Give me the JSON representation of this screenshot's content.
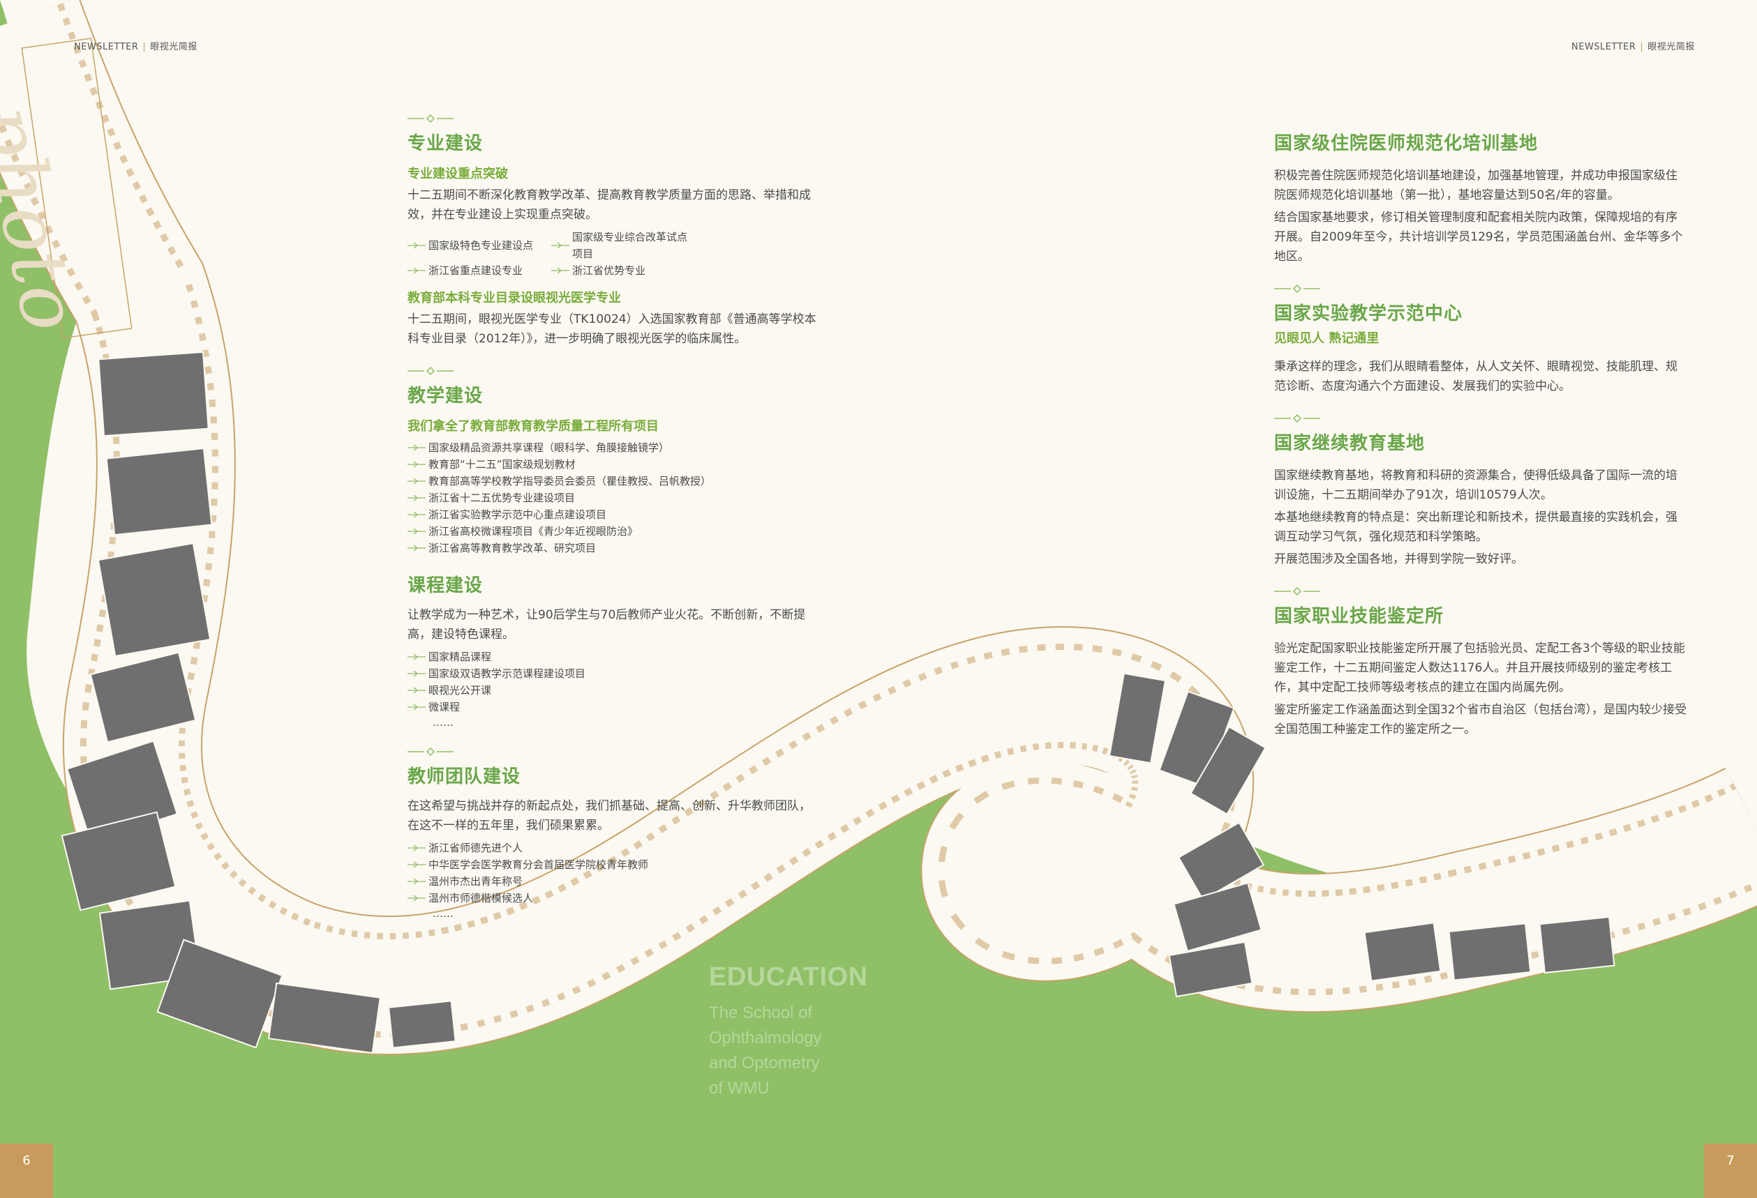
{
  "header": {
    "left": {
      "newsletter": "NEWSLETTER",
      "sep": "|",
      "title": "眼视光简报"
    },
    "right": {
      "newsletter": "NEWSLETTER",
      "sep": "|",
      "title": "眼视光简报"
    }
  },
  "page_numbers": {
    "left": "6",
    "right": "7"
  },
  "decor": {
    "photo_word": "photo",
    "accent_green": "#8fbf66",
    "accent_gold": "#c89b5c",
    "title_green": "#6aa64a"
  },
  "edu_block": {
    "title": "EDUCATION",
    "lines": [
      "The School of",
      "Ophthalmology",
      "and Optometry",
      "of WMU"
    ]
  },
  "left_column": {
    "s1": {
      "title": "专业建设",
      "sub1": "专业建设重点突破",
      "para1": "十二五期间不断深化教育教学改革、提高教育教学质量方面的思路、举措和成效，并在专业建设上实现重点突破。",
      "items": [
        "国家级特色专业建设点",
        "国家级专业综合改革试点项目",
        "浙江省重点建设专业",
        "浙江省优势专业"
      ],
      "sub2": "教育部本科专业目录设眼视光医学专业",
      "para2": "十二五期间，眼视光医学专业（TK10024）入选国家教育部《普通高等学校本科专业目录（2012年）》，进一步明确了眼视光医学的临床属性。"
    },
    "s2": {
      "title": "教学建设",
      "sub": "我们拿全了教育部教育教学质量工程所有项目",
      "items": [
        "国家级精品资源共享课程（眼科学、角膜接触镜学）",
        "教育部“十二五”国家级规划教材",
        "教育部高等学校教学指导委员会委员（瞿佳教授、吕帆教授）",
        "浙江省十二五优势专业建设项目",
        "浙江省实验教学示范中心重点建设项目",
        "浙江省高校微课程项目《青少年近视眼防治》",
        "浙江省高等教育教学改革、研究项目"
      ]
    },
    "s3": {
      "title": "课程建设",
      "para": "让教学成为一种艺术，让90后学生与70后教师产业火花。不断创新，不断提高，建设特色课程。",
      "items": [
        "国家精品课程",
        "国家级双语教学示范课程建设项目",
        "眼视光公开课",
        "微课程"
      ],
      "more": "……"
    },
    "s4": {
      "title": "教师团队建设",
      "para": "在这希望与挑战并存的新起点处，我们抓基础、提高、创新、升华教师团队，在这不一样的五年里，我们硕果累累。",
      "items": [
        "浙江省师德先进个人",
        "中华医学会医学教育分会首届医学院校青年教师",
        "温州市杰出青年称号",
        "温州市师德楷模候选人"
      ],
      "more": "……"
    }
  },
  "right_column": {
    "r1": {
      "title": "国家级住院医师规范化培训基地",
      "paras": [
        "积极完善住院医师规范化培训基地建设，加强基地管理，并成功申报国家级住院医师规范化培训基地（第一批），基地容量达到50名/年的容量。",
        "结合国家基地要求，修订相关管理制度和配套相关院内政策，保障规培的有序开展。自2009年至今，共计培训学员129名，学员范围涵盖台州、金华等多个地区。"
      ]
    },
    "r2": {
      "title": "国家实验教学示范中心",
      "sub": "见眼见人  熟记通里",
      "paras": [
        "秉承这样的理念，我们从眼睛看整体，从人文关怀、眼睛视觉、技能肌理、规范诊断、态度沟通六个方面建设、发展我们的实验中心。"
      ]
    },
    "r3": {
      "title": "国家继续教育基地",
      "paras": [
        "国家继续教育基地，将教育和科研的资源集合，使得低级具备了国际一流的培训设施，十二五期间举办了91次，培训10579人次。",
        "本基地继续教育的特点是：突出新理论和新技术，提供最直接的实践机会，强调互动学习气氛，强化规范和科学策略。",
        "开展范围涉及全国各地，并得到学院一致好评。"
      ]
    },
    "r4": {
      "title": "国家职业技能鉴定所",
      "paras": [
        "验光定配国家职业技能鉴定所开展了包括验光员、定配工各3个等级的职业技能鉴定工作，十二五期间鉴定人数达1176人。并且开展技师级别的鉴定考核工作，其中定配工技师等级考核点的建立在国内尚属先例。",
        "鉴定所鉴定工作涵盖面达到全国32个省市自治区（包括台湾），是国内较少接受全国范围工种鉴定工作的鉴定所之一。"
      ]
    }
  }
}
